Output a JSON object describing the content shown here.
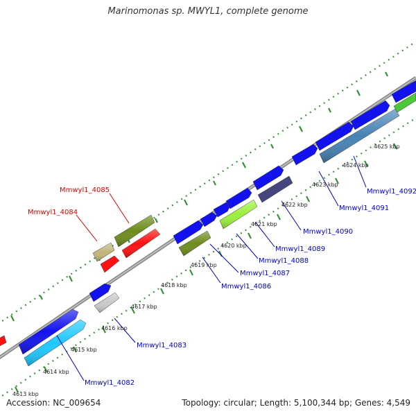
{
  "title": "Marinomonas sp. MWYL1, complete genome",
  "footer": {
    "accession": "Accession: NC_009654",
    "summary": "Topology: circular; Length: 5,100,344 bp; Genes: 4,549"
  },
  "colors": {
    "backbone": "#808080",
    "dots": "#2e8b2e",
    "forward": "#0000ee",
    "reverse_label": "#0000cc",
    "highlight_label": "#dd0000"
  },
  "ticks": [
    "4613 kbp",
    "4614 kbp",
    "4615 kbp",
    "4616 kbp",
    "4617 kbp",
    "4618 kbp",
    "4619 kbp",
    "4620 kbp",
    "4621 kbp",
    "4622 kbp",
    "4623 kbp",
    "4624 kbp",
    "4625 kbp"
  ],
  "gene_labels": [
    {
      "text": "Mmwyl1_4082",
      "color": "#0000cc"
    },
    {
      "text": "Mmwyl1_4083",
      "color": "#0000cc"
    },
    {
      "text": "Mmwyl1_4084",
      "color": "#dd0000"
    },
    {
      "text": "Mmwyl1_4085",
      "color": "#dd0000"
    },
    {
      "text": "Mmwyl1_4086",
      "color": "#0000cc"
    },
    {
      "text": "Mmwyl1_4087",
      "color": "#0000cc"
    },
    {
      "text": "Mmwyl1_4088",
      "color": "#0000cc"
    },
    {
      "text": "Mmwyl1_4089",
      "color": "#0000cc"
    },
    {
      "text": "Mmwyl1_4090",
      "color": "#0000cc"
    },
    {
      "text": "Mmwyl1_4091",
      "color": "#0000cc"
    },
    {
      "text": "Mmwyl1_4092",
      "color": "#0000cc"
    }
  ]
}
